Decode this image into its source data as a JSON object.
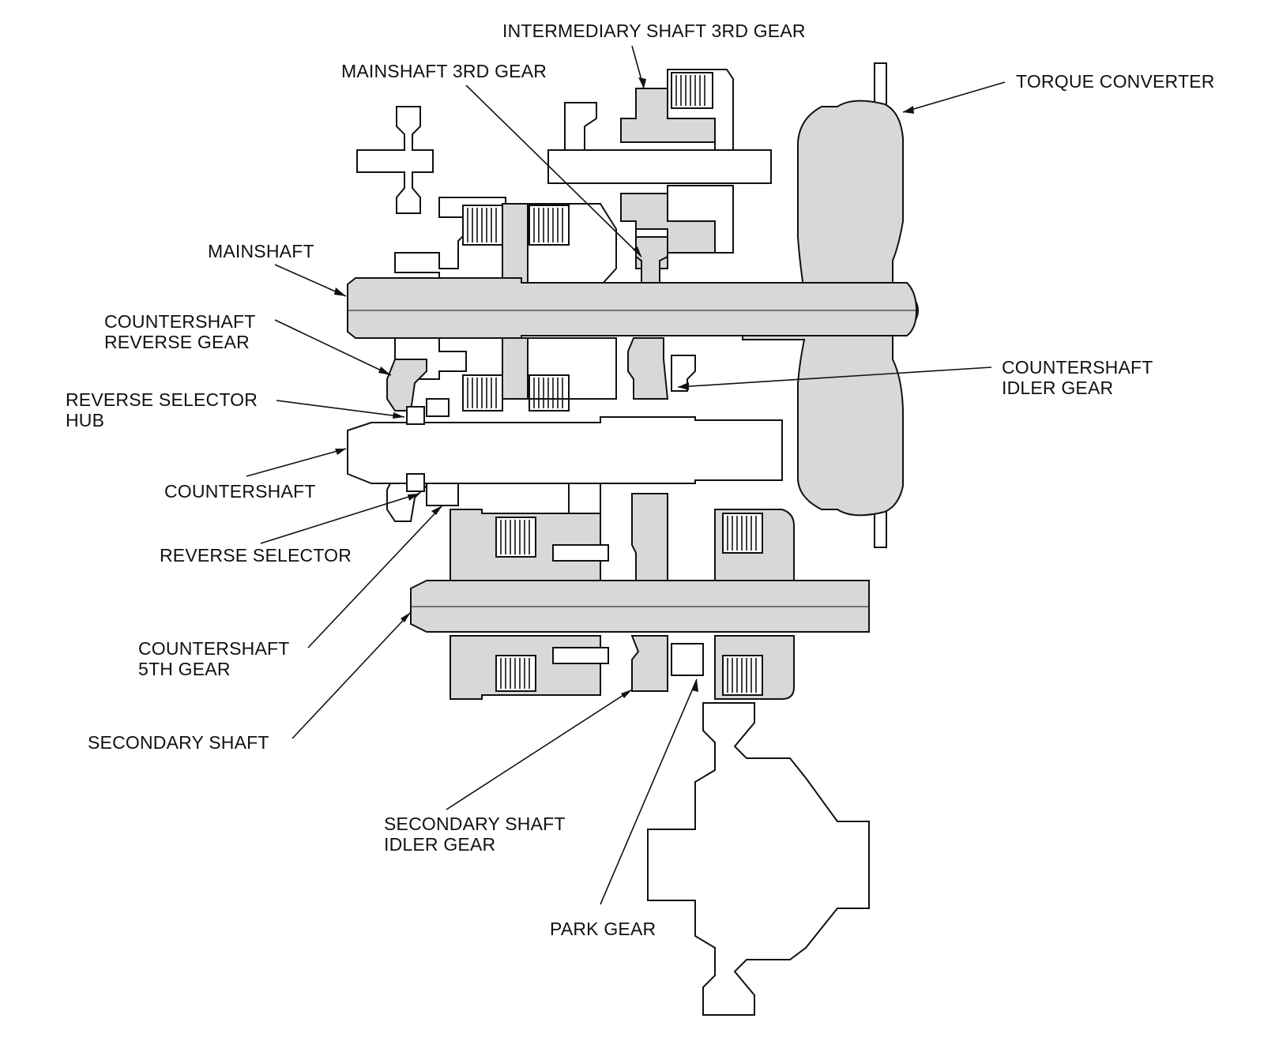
{
  "labels": {
    "intermediary_shaft_3rd_gear": "INTERMEDIARY SHAFT 3RD GEAR",
    "mainshaft_3rd_gear": "MAINSHAFT 3RD GEAR",
    "torque_converter": "TORQUE CONVERTER",
    "mainshaft": "MAINSHAFT",
    "countershaft_reverse_gear": [
      "COUNTERSHAFT",
      "REVERSE GEAR"
    ],
    "reverse_selector_hub": [
      "REVERSE SELECTOR",
      "HUB"
    ],
    "countershaft_idler_gear": [
      "COUNTERSHAFT",
      "IDLER GEAR"
    ],
    "countershaft": "COUNTERSHAFT",
    "reverse_selector": "REVERSE SELECTOR",
    "countershaft_5th_gear": [
      "COUNTERSHAFT",
      "5TH GEAR"
    ],
    "secondary_shaft": "SECONDARY SHAFT",
    "secondary_shaft_idler_gear": [
      "SECONDARY SHAFT",
      "IDLER GEAR"
    ],
    "park_gear": "PARK GEAR"
  },
  "colors": {
    "part_fill": "#d8d8d8",
    "line": "#111111",
    "background": "#ffffff"
  }
}
